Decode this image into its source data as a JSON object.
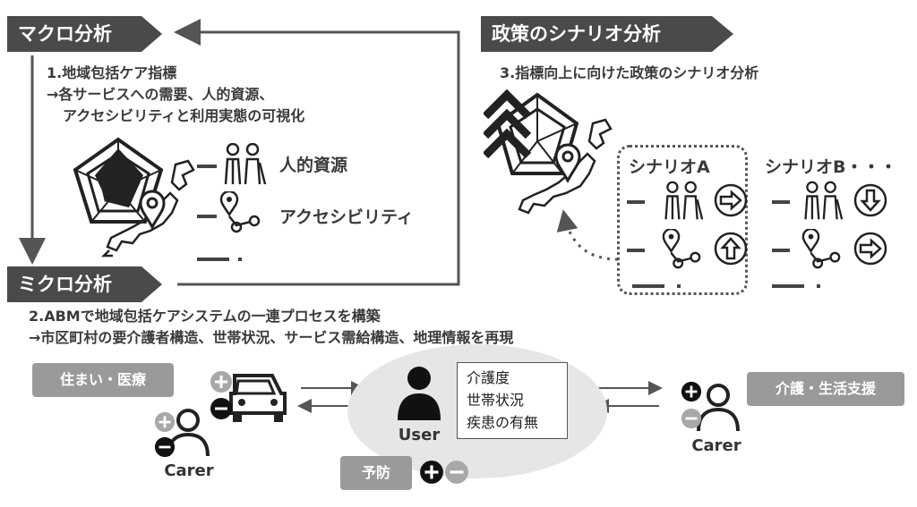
{
  "banners": {
    "macro": "マクロ分析",
    "micro": "ミクロ分析",
    "scenario": "政策のシナリオ分析"
  },
  "macro": {
    "line1": "1.地域包括ケア指標",
    "line2": "→各サービスへの需要、人的資源、",
    "line3": "アクセシビリティと利用実態の可視化",
    "items": [
      "人的資源",
      "アクセシビリティ"
    ]
  },
  "micro": {
    "line1": "2.ABMで地域包括ケアシステムの一連プロセスを構築",
    "line2": "→市区町村の要介護者構造、世帯状況、サービス需給構造、地理情報を再現"
  },
  "scenario": {
    "line1": "3.指標向上に向けた政策のシナリオ分析",
    "scenario_a": "シナリオA",
    "scenario_b": "シナリオB・・・"
  },
  "abm": {
    "housing_label": "住まい・医療",
    "care_label": "介護・生活支援",
    "prevention_label": "予防",
    "user_label": "User",
    "carer_label": "Carer",
    "user_attributes": [
      "介護度",
      "世帯状況",
      "疾患の有無"
    ]
  },
  "icons": [
    "radar-chart-icon",
    "japan-map-icon",
    "map-pin-icon",
    "elderly-couple-icon",
    "route-icon",
    "car-icon",
    "person-icon",
    "plus-icon",
    "minus-icon",
    "arrow-right-circle-icon",
    "arrow-up-circle-icon",
    "arrow-down-circle-icon"
  ],
  "colors": {
    "banner": "#4a4a4a",
    "pill": "#9a9a9a",
    "ellipse": "#e6e6e6",
    "line": "#555555"
  }
}
